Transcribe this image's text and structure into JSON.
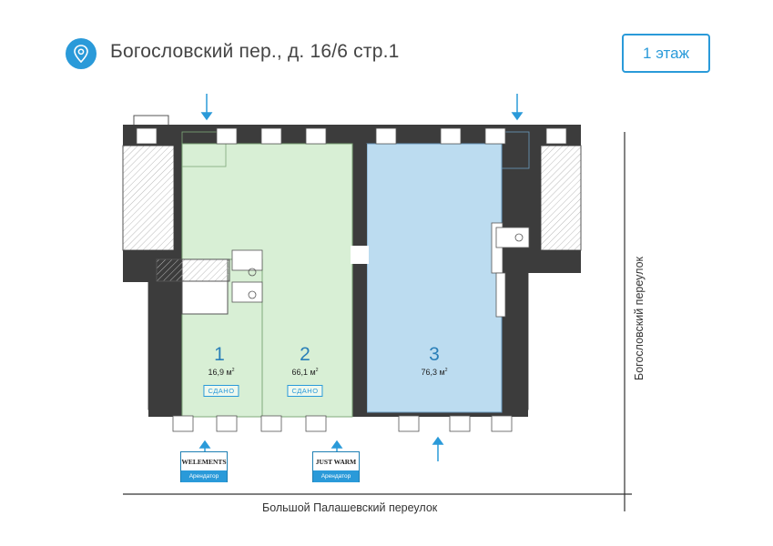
{
  "header": {
    "address": "Богословский пер., д. 16/6 стр.1",
    "floor_label": "1 этаж",
    "pin_icon": "location-pin-icon"
  },
  "rooms": [
    {
      "number": "1",
      "area_value": "16,9 м",
      "area_unit_exp": "2",
      "status": "СДАНО",
      "color": "#d8efd5"
    },
    {
      "number": "2",
      "area_value": "66,1 м",
      "area_unit_exp": "2",
      "status": "СДАНО",
      "color": "#d8efd5"
    },
    {
      "number": "3",
      "area_value": "76,3 м",
      "area_unit_exp": "2",
      "status": "",
      "color": "#bcdcf0"
    }
  ],
  "tenants": [
    {
      "brand": "WELEMENTS",
      "role": "Арендатор"
    },
    {
      "brand": "JUST WARM",
      "role": "Арендатор"
    }
  ],
  "streets": {
    "bottom": "Большой Палашевский переулок",
    "right": "Богословский переулок"
  },
  "colors": {
    "accent": "#2a9ad9",
    "rented": "#d8efd5",
    "available": "#bcdcf0"
  }
}
